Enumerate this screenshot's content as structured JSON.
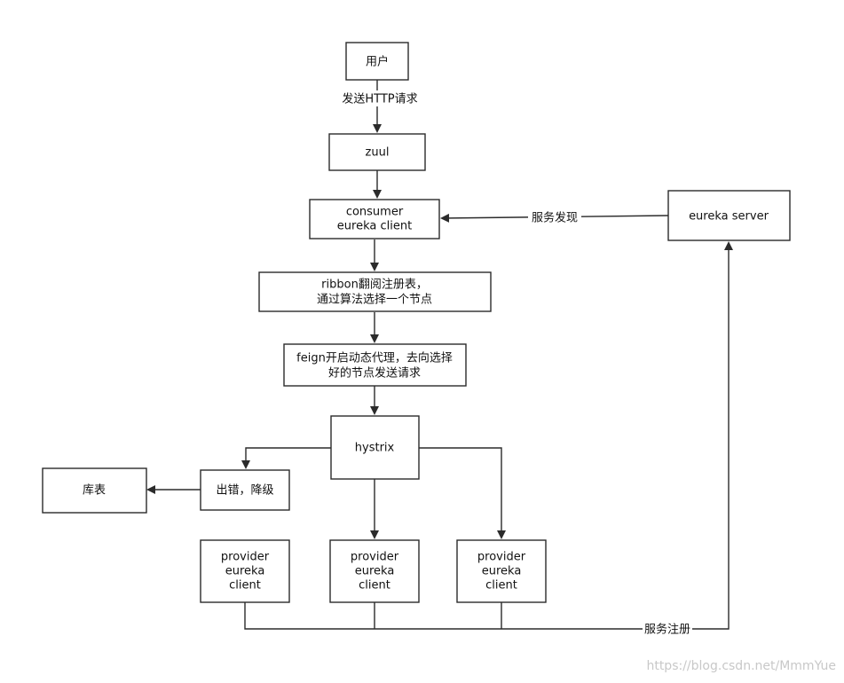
{
  "nodes": {
    "user": {
      "lines": [
        "用户"
      ]
    },
    "zuul": {
      "lines": [
        "zuul"
      ]
    },
    "consumer": {
      "lines": [
        "consumer",
        "eureka client"
      ]
    },
    "eureka_server": {
      "lines": [
        "eureka server"
      ]
    },
    "ribbon": {
      "lines": [
        "ribbon翻阅注册表，",
        "通过算法选择一个节点"
      ]
    },
    "feign": {
      "lines": [
        "feign开启动态代理，去向选择",
        "好的节点发送请求"
      ]
    },
    "hystrix": {
      "lines": [
        "hystrix"
      ]
    },
    "fallback": {
      "lines": [
        "出错，降级"
      ]
    },
    "db": {
      "lines": [
        "库表"
      ]
    },
    "provider1": {
      "lines": [
        "provider",
        "eureka",
        "client"
      ]
    },
    "provider2": {
      "lines": [
        "provider",
        "eureka",
        "client"
      ]
    },
    "provider3": {
      "lines": [
        "provider",
        "eureka",
        "client"
      ]
    }
  },
  "edges": {
    "user_zuul": {
      "label": "发送HTTP请求"
    },
    "server_consumer": {
      "label": "服务发现"
    },
    "providers_server": {
      "label": "服务注册"
    }
  },
  "watermark": "https://blog.csdn.net/MmmYue"
}
